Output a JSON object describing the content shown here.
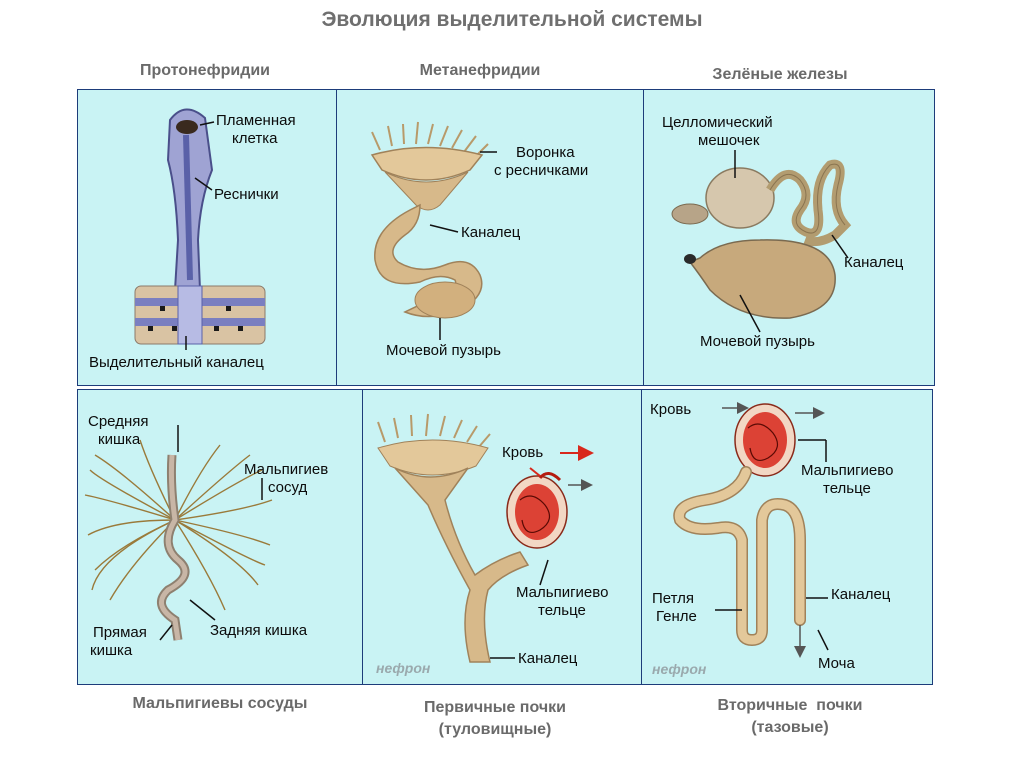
{
  "title": "Эволюция выделительной системы",
  "columns": {
    "c1": "Протонефридии",
    "c2": "Метанефридии",
    "c3": "Зелёные железы"
  },
  "panel1": {
    "flame_cell_1": "Пламенная",
    "flame_cell_2": "клетка",
    "cilia": "Реснички",
    "excretory_canal": "Выделительный каналец"
  },
  "panel2": {
    "funnel_1": "Воронка",
    "funnel_2": "с ресничками",
    "canal": "Каналец",
    "bladder": "Мочевой пузырь"
  },
  "panel3": {
    "coelom_1": "Целломический",
    "coelom_2": "мешочек",
    "canal": "Каналец",
    "bladder": "Мочевой пузырь"
  },
  "panel4": {
    "midgut_1": "Средняя",
    "midgut_2": "кишка",
    "malp_1": "Мальпигиев",
    "malp_2": "сосуд",
    "rectum_1": "Прямая",
    "rectum_2": "кишка",
    "hindgut": "Задняя кишка"
  },
  "panel5": {
    "blood": "Кровь",
    "malp_body_1": "Мальпигиево",
    "malp_body_2": "тельце",
    "canal": "Каналец",
    "nephron": "нефрон"
  },
  "panel6": {
    "blood": "Кровь",
    "malp_body_1": "Мальпигиево",
    "malp_body_2": "тельце",
    "henle_1": "Петля",
    "henle_2": "Генле",
    "canal": "Каналец",
    "urine": "Моча",
    "nephron": "нефрон"
  },
  "bottom": {
    "b1": "Мальпигиевы сосуды",
    "b2_1": "Первичные почки",
    "b2_2": "(туловищные)",
    "b3_1": "Вторичные  почки",
    "b3_2": "(тазовые)"
  },
  "colors": {
    "panel_bg": "#c9f3f4",
    "panel_border": "#1d3c7a",
    "tan": "#d7b98a",
    "blood_red": "#d8281c"
  }
}
